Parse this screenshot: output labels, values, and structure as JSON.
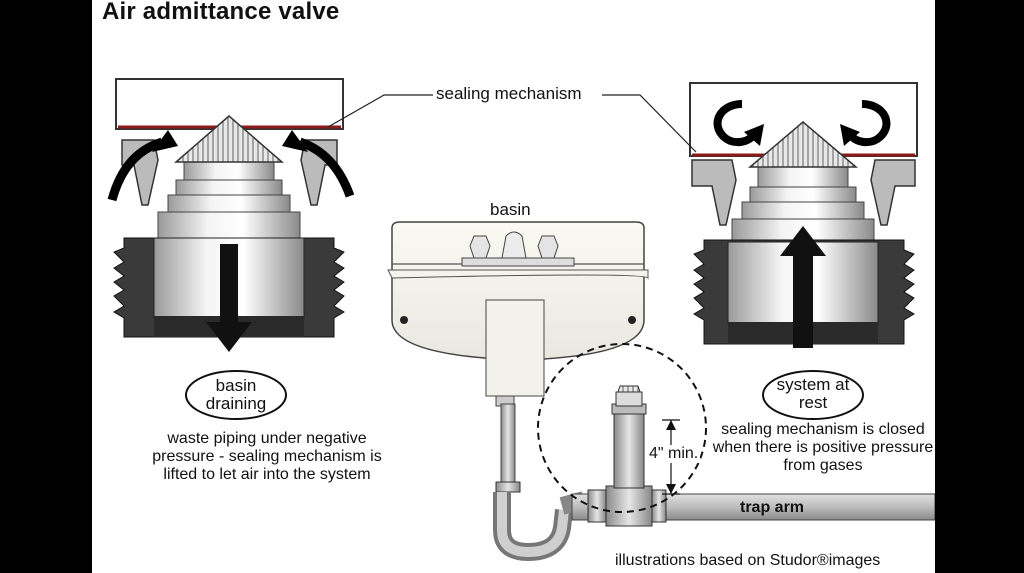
{
  "title": "Air admittance valve",
  "labels": {
    "sealing_mechanism": "sealing mechanism",
    "basin": "basin",
    "basin_draining": "basin draining",
    "system_at_rest": "system at rest",
    "min_height": "4\" min.",
    "trap_arm": "trap arm"
  },
  "descriptions": {
    "left": "waste piping under negative pressure - sealing mechanism is lifted to let air into the system",
    "right": "sealing mechanism is closed when there is positive pressure from gases"
  },
  "credit": "illustrations based on Studor®images",
  "colors": {
    "seal": "#8b1a1a",
    "background": "#ffffff",
    "frame": "#000000"
  }
}
